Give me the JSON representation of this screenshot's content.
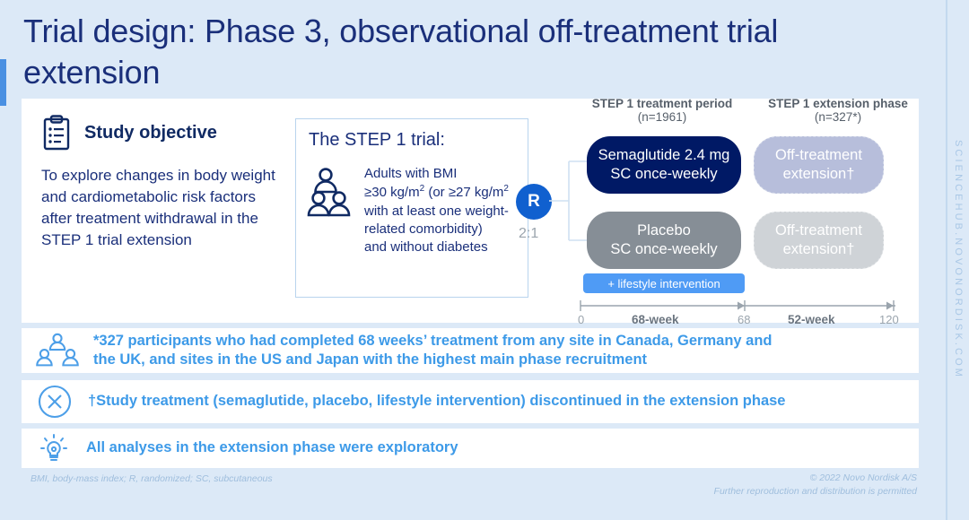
{
  "slide": {
    "title": "Trial design: Phase 3, observational off-treatment trial extension",
    "accent_color": "#4a90e2",
    "background_color": "#dce9f7"
  },
  "sidebar": {
    "vertical_text": "SCIENCEHUB.NOVONORDISK.COM"
  },
  "objective": {
    "heading": "Study objective",
    "body": "To explore changes in body weight and cardiometabolic risk factors after treatment withdrawal in the STEP 1 trial extension",
    "icon": "clipboard-icon"
  },
  "trial_box": {
    "title": "The STEP 1 trial:",
    "icon": "people-icon",
    "line1": "Adults with BMI",
    "line2_a": "≥30 kg/m",
    "line2_sup": "2",
    "line2_b": " (or ≥27 kg/m",
    "line2_sup2": "2",
    "line3": "with at least one weight-",
    "line4": "related comorbidity)",
    "line5": "and without diabetes"
  },
  "randomization": {
    "label": "R",
    "ratio": "2:1",
    "circle_color": "#1060cf"
  },
  "columns": [
    {
      "name": "treatment-period",
      "title": "STEP 1 treatment period",
      "n": "(n=1961)"
    },
    {
      "name": "extension-phase",
      "title": "STEP 1 extension phase",
      "n": "(n=327*)"
    }
  ],
  "arms": {
    "semaglutide": {
      "line1": "Semaglutide 2.4 mg",
      "line2": "SC once-weekly",
      "color": "#001965"
    },
    "placebo": {
      "line1": "Placebo",
      "line2": "SC once-weekly",
      "color": "#868e96"
    },
    "extension_top": {
      "line1": "Off-treatment",
      "line2": "extension†",
      "color": "#b7bedb"
    },
    "extension_bot": {
      "line1": "Off-treatment",
      "line2": "extension†",
      "color": "#cfd3d7"
    }
  },
  "lifestyle_bar": {
    "label": "+ lifestyle intervention",
    "color": "#4f9bf5"
  },
  "timeline": {
    "segments": [
      {
        "label": "68-week",
        "start": "0",
        "end": "68"
      },
      {
        "label": "52-week",
        "start": "68",
        "end": "120"
      }
    ],
    "ticks": [
      "0",
      "68",
      "120"
    ]
  },
  "footnotes": [
    {
      "icon": "people-group-icon",
      "line1": "*327 participants who had completed 68 weeks’ treatment from any site in Canada, Germany and",
      "line2": "the UK, and sites in the US and Japan with the highest main phase recruitment"
    },
    {
      "icon": "circle-x-icon",
      "line1": "†Study treatment (semaglutide, placebo, lifestyle intervention) discontinued in the extension phase",
      "line2": ""
    },
    {
      "icon": "lightbulb-icon",
      "line1": "All analyses in the extension phase were exploratory",
      "line2": ""
    }
  ],
  "footer": {
    "abbreviations": "BMI, body-mass index; R, randomized; SC, subcutaneous",
    "copyright": "© 2022 Novo Nordisk A/S",
    "reproduction": "Further reproduction and distribution is permitted"
  }
}
